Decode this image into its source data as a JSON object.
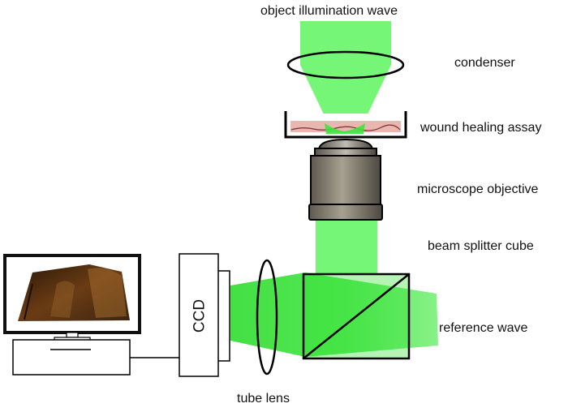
{
  "labels": {
    "object_wave": "object illumination wave",
    "condenser": "condenser",
    "assay": "wound healing assay",
    "objective": "microscope objective",
    "splitter": "beam splitter cube",
    "reference": "reference wave",
    "tube_lens": "tube lens",
    "ccd": "CCD"
  },
  "colors": {
    "beam": "#5ef55e",
    "beam_dense": "#2fe02f",
    "assay_dish": "#e9b6b0",
    "objective_body": "#807a6d",
    "monitor_frame": "#111111",
    "cell_image": "#6b3c14"
  }
}
